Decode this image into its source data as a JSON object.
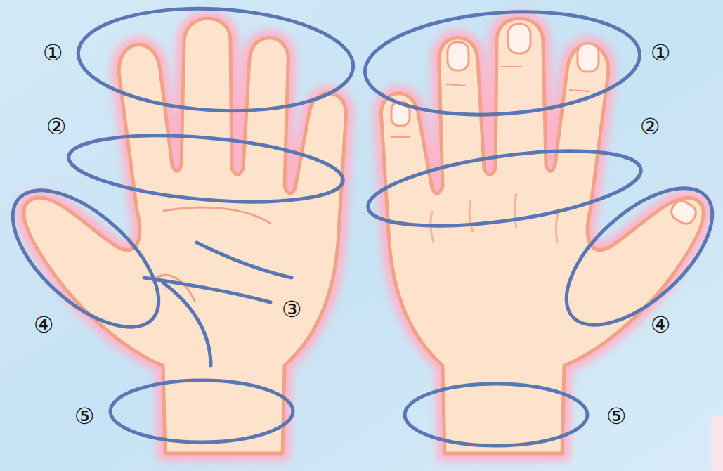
{
  "diagram": {
    "labels": [
      "①",
      "②",
      "③",
      "④",
      "⑤",
      "①",
      "②",
      "④",
      "⑤"
    ]
  }
}
